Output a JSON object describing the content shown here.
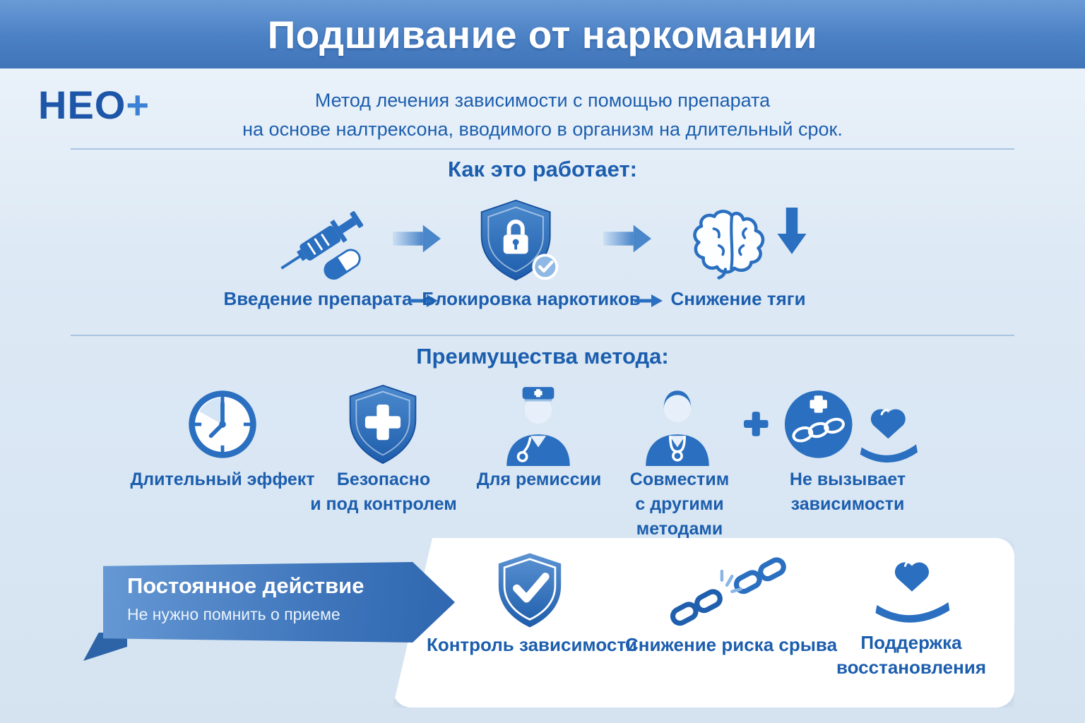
{
  "header": {
    "title": "Подшивание от наркомании"
  },
  "logo": {
    "main": "НЕО",
    "plus": "+"
  },
  "intro": {
    "text": "Метод лечения зависимости с помощью препарата\nна основе налтрексона, вводимого в организм на длительный срок."
  },
  "how_it_works": {
    "heading": "Как это работает:",
    "steps": [
      {
        "icon": "syringe-pill-icon",
        "label": "Введение препарата"
      },
      {
        "icon": "shield-lock-icon",
        "label": "Блокировка наркотиков"
      },
      {
        "icon": "brain-decrease-icon",
        "label": "Снижение тяги"
      }
    ]
  },
  "advantages": {
    "heading": "Преимущества метода:",
    "items": [
      {
        "icon": "clock-icon",
        "label": "Длительный эффект"
      },
      {
        "icon": "shield-cross-icon",
        "label": "Безопасно\nи под контролем"
      },
      {
        "icon": "doctor-cap-icon",
        "label": "Для ремиссии"
      },
      {
        "icon": "doctor-stethoscope-icon",
        "label": "Совместим\nс другими\nметодами"
      },
      {
        "icon": "no-addiction-icon",
        "label": "Не вызывает\nзависимости"
      }
    ]
  },
  "ribbon": {
    "title": "Постоянное действие",
    "subtitle": "Не нужно помнить о приеме"
  },
  "results": {
    "items": [
      {
        "icon": "shield-check-icon",
        "label": "Контроль зависимости"
      },
      {
        "icon": "broken-chain-icon",
        "label": "Снижение риска срыва"
      },
      {
        "icon": "heart-hand-icon",
        "label": "Поддержка\nвосстановления"
      }
    ]
  },
  "colors": {
    "primary": "#2a6fc0",
    "header_blue": "#4a80c4",
    "text_blue": "#1c5eae",
    "background": "#dde9f5"
  }
}
